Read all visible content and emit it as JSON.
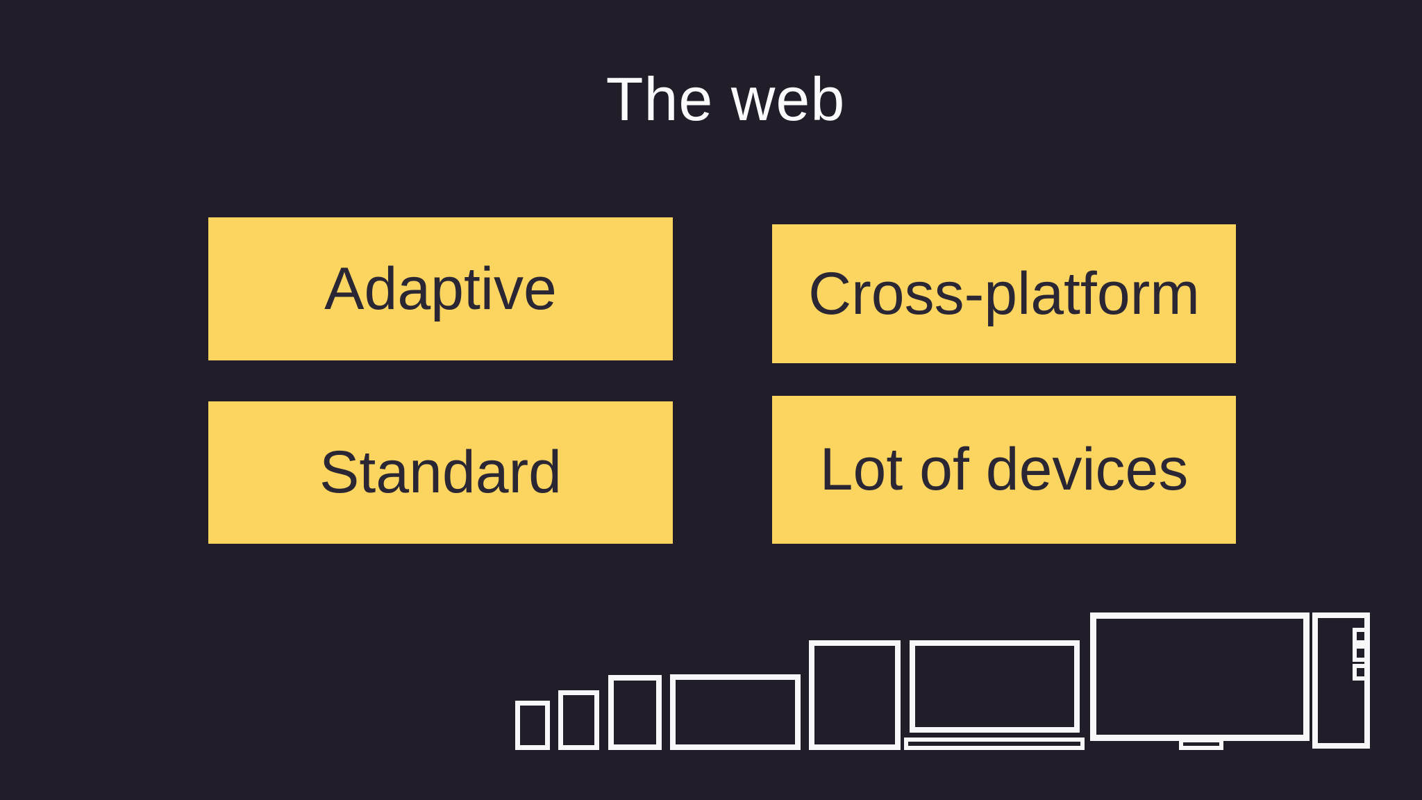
{
  "slide": {
    "title": "The web",
    "background_color": "#211E29",
    "accent_color": "#FBD55F",
    "box_text_color": "#2A2633",
    "title_color": "#FAFAFC",
    "device_outline_color": "#F8F7FA"
  },
  "boxes": [
    {
      "label": "Adaptive"
    },
    {
      "label": "Cross-platform"
    },
    {
      "label": "Standard"
    },
    {
      "label": "Lot of devices"
    }
  ],
  "devices": {
    "description": "row of outlined device silhouettes, small to large",
    "items": [
      "phone-extra-small",
      "phone-small",
      "phone-medium",
      "tablet-landscape",
      "tablet-portrait",
      "laptop",
      "monitor",
      "desktop-tower"
    ]
  }
}
